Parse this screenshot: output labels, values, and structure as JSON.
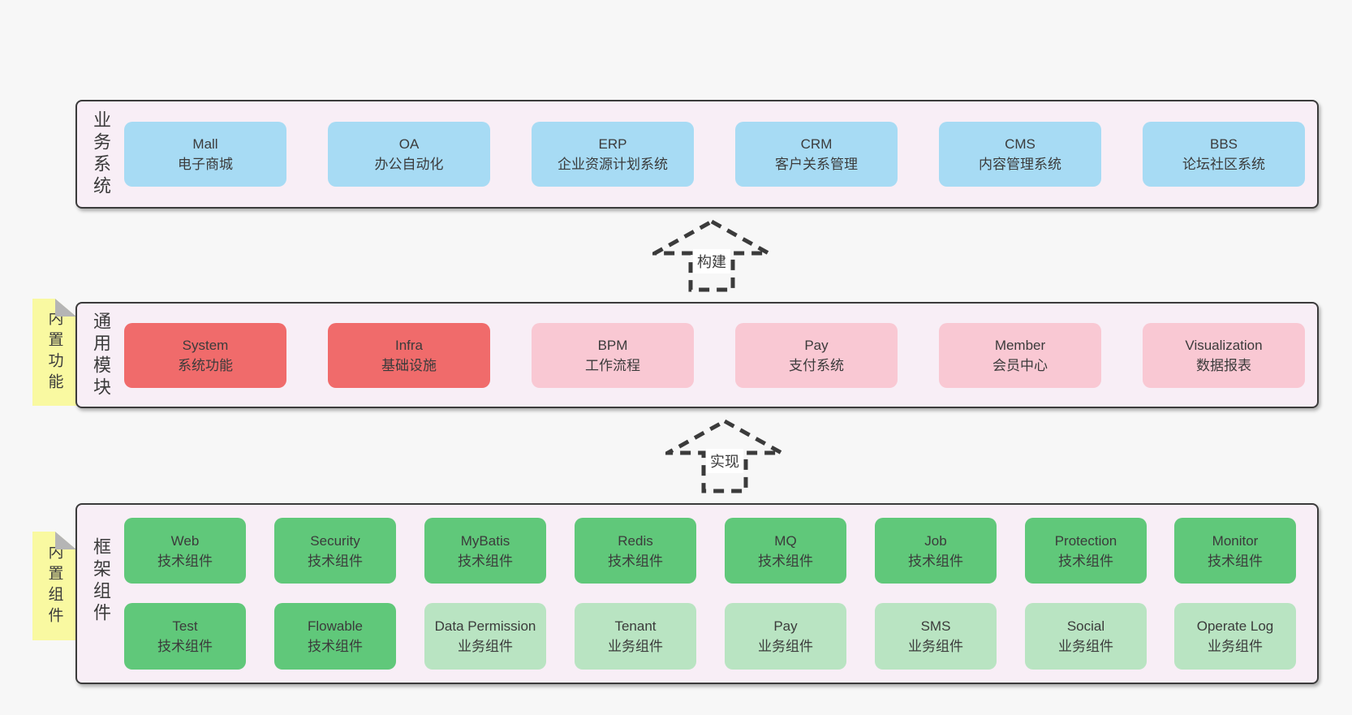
{
  "colors": {
    "page_bg": "#f7f7f7",
    "layer_bg": "#f8eef6",
    "border": "#3b3b3b",
    "business_blue": "#a7dbf4",
    "core_red": "#f06b6b",
    "module_pink": "#f9c8d3",
    "tech_green": "#60c87a",
    "biz_light_green": "#b9e4c2",
    "tag_yellow": "#f9f9a1",
    "fold_gray": "#b5b5b5",
    "text": "#3b3b3b"
  },
  "layers": [
    {
      "label": "业务系统",
      "boxes": [
        {
          "title": "Mall",
          "subtitle": "电子商城"
        },
        {
          "title": "OA",
          "subtitle": "办公自动化"
        },
        {
          "title": "ERP",
          "subtitle": "企业资源计划系统"
        },
        {
          "title": "CRM",
          "subtitle": "客户关系管理"
        },
        {
          "title": "CMS",
          "subtitle": "内容管理系统"
        },
        {
          "title": "BBS",
          "subtitle": "论坛社区系统"
        }
      ]
    },
    {
      "label": "通用模块",
      "tag": "内置功能",
      "boxes": [
        {
          "title": "System",
          "subtitle": "系统功能"
        },
        {
          "title": "Infra",
          "subtitle": "基础设施"
        },
        {
          "title": "BPM",
          "subtitle": "工作流程"
        },
        {
          "title": "Pay",
          "subtitle": "支付系统"
        },
        {
          "title": "Member",
          "subtitle": "会员中心"
        },
        {
          "title": "Visualization",
          "subtitle": "数据报表"
        }
      ]
    },
    {
      "label": "框架组件",
      "tag": "内置组件",
      "boxes": [
        {
          "title": "Web",
          "subtitle": "技术组件"
        },
        {
          "title": "Security",
          "subtitle": "技术组件"
        },
        {
          "title": "MyBatis",
          "subtitle": "技术组件"
        },
        {
          "title": "Redis",
          "subtitle": "技术组件"
        },
        {
          "title": "MQ",
          "subtitle": "技术组件"
        },
        {
          "title": "Job",
          "subtitle": "技术组件"
        },
        {
          "title": "Protection",
          "subtitle": "技术组件"
        },
        {
          "title": "Monitor",
          "subtitle": "技术组件"
        },
        {
          "title": "Test",
          "subtitle": "技术组件"
        },
        {
          "title": "Flowable",
          "subtitle": "技术组件"
        },
        {
          "title": "Data Permission",
          "subtitle": "业务组件"
        },
        {
          "title": "Tenant",
          "subtitle": "业务组件"
        },
        {
          "title": "Pay",
          "subtitle": "业务组件"
        },
        {
          "title": "SMS",
          "subtitle": "业务组件"
        },
        {
          "title": "Social",
          "subtitle": "业务组件"
        },
        {
          "title": "Operate Log",
          "subtitle": "业务组件"
        }
      ]
    }
  ],
  "arrows": [
    {
      "label": "构建"
    },
    {
      "label": "实现"
    }
  ]
}
